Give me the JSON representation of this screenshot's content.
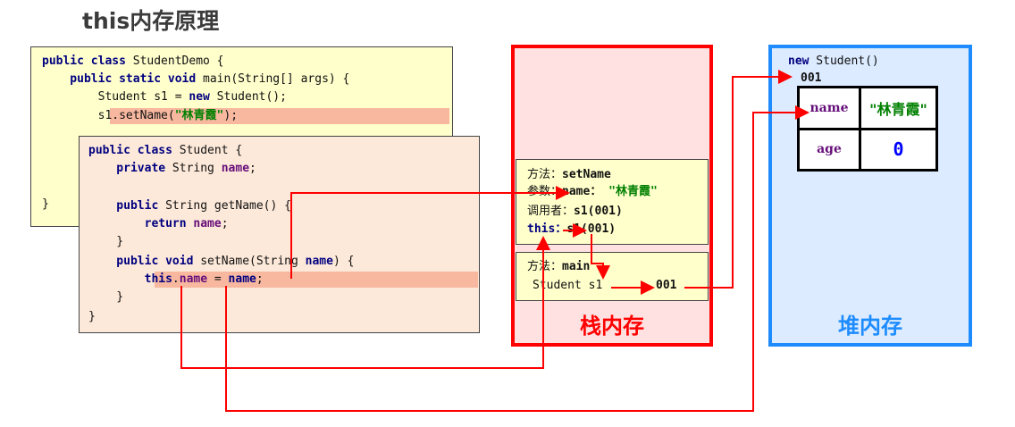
{
  "title": "this内存原理",
  "code_outer": {
    "lines": [
      [
        "public class",
        " StudentDemo {"
      ],
      [
        "    public static void",
        " main(String[] args) {"
      ],
      [
        "        Student s1 = ",
        "new",
        " Student();"
      ],
      [
        "        s1.setName(",
        "\"林青霞\"",
        ");"
      ],
      [
        "}"
      ]
    ]
  },
  "code_inner": {
    "lines": [
      [
        "public class",
        " Student {"
      ],
      [
        "    private",
        " String ",
        "name",
        ";"
      ],
      [
        "    public",
        " String getName() {"
      ],
      [
        "        return ",
        "name",
        ";"
      ],
      [
        "    }"
      ],
      [
        "    public void",
        " setName(String ",
        "name",
        ") {"
      ],
      [
        "        this",
        ".",
        "name",
        " = ",
        "name",
        ";"
      ],
      [
        "    }"
      ],
      [
        "}"
      ]
    ]
  },
  "stack": {
    "label": "栈内存",
    "frame_setName": {
      "method_label": "方法：",
      "method": "setName",
      "param_label": "参数：",
      "param_name": "name：",
      "param_value": "\"林青霞\"",
      "caller_label": "调用者：",
      "caller": "s1(001)",
      "this_label": "this：",
      "this_value": "s1(001)"
    },
    "frame_main": {
      "method_label": "方法：",
      "method": "main",
      "var": "Student s1",
      "value": "001"
    }
  },
  "heap": {
    "label": "堆内存",
    "new_kw": "new",
    "new_text": " Student()",
    "address": "001",
    "fields": [
      {
        "name": "name",
        "value": "\"林青霞\""
      },
      {
        "name": "age",
        "value": "0"
      }
    ]
  },
  "colors": {
    "stack_border": "#ff0000",
    "heap_border": "#1e8cff",
    "arrow": "#ff0000"
  }
}
